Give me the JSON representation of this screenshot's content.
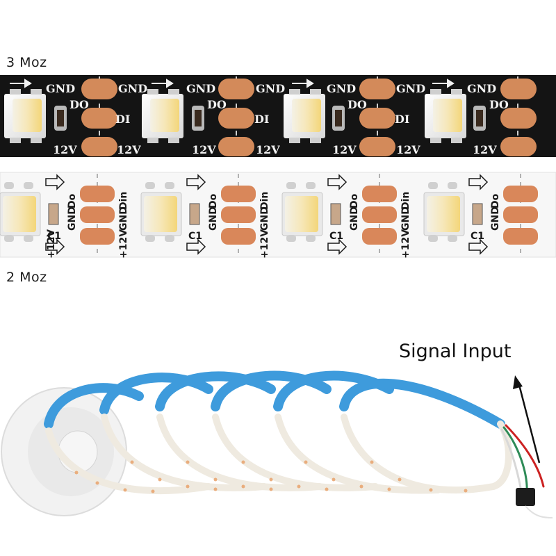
{
  "captions": {
    "top": "3 Moz",
    "bottom": "2 Moz",
    "signal": "Signal Input"
  },
  "black_strip": {
    "labels": {
      "gnd": "GND",
      "do": "DO",
      "di": "DI",
      "v12": "12V"
    }
  },
  "white_strip": {
    "labels": {
      "gnd": "GND",
      "din": "Din",
      "do": "Do",
      "v12": "+12V",
      "c1": "C1"
    }
  },
  "colors": {
    "black_pcb": "#141414",
    "white_pcb": "#f7f7f7",
    "copper_pad": "#d38a5a",
    "reel_tape": "#3e9bdc"
  }
}
